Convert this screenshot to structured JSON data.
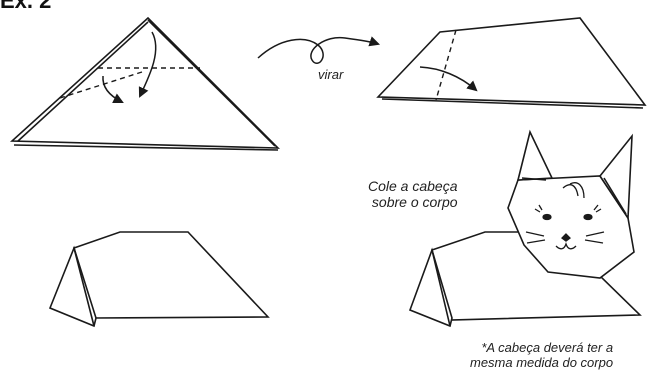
{
  "step_heading": "Ex. 2",
  "turn_label": "virar",
  "glue_instruction": [
    "Cole a cabeça",
    "sobre o corpo"
  ],
  "size_note": [
    "*A cabeça deverá ter a",
    "mesma medida do corpo"
  ],
  "colors": {
    "line": "#1a1a1a",
    "fill": "#ffffff",
    "background": "#ffffff"
  }
}
